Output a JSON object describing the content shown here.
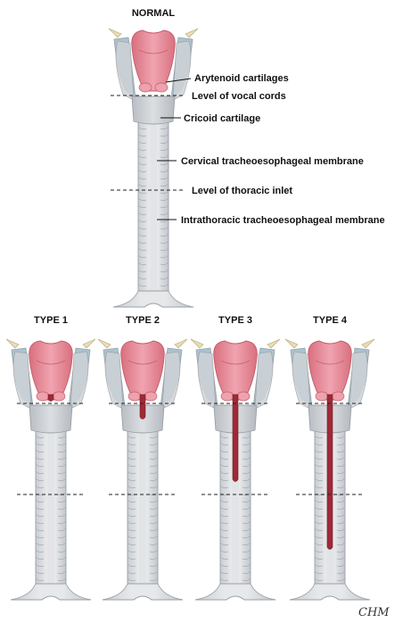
{
  "normal": {
    "title": "NORMAL",
    "labels": {
      "arytenoid": "Arytenoid cartilages",
      "vocal_cords": "Level of vocal cords",
      "cricoid": "Cricoid cartilage",
      "cervical_membrane": "Cervical tracheoesophageal membrane",
      "thoracic_inlet": "Level of thoracic inlet",
      "intrathoracic_membrane": "Intrathoracic tracheoesophageal membrane"
    }
  },
  "types": [
    {
      "title": "TYPE 1",
      "cleft_extent": "supraglottic interarytenoid, above the vocal cords"
    },
    {
      "title": "TYPE 2",
      "cleft_extent": "partial cricoid, below the vocal cords"
    },
    {
      "title": "TYPE 3",
      "cleft_extent": "total cricoid into cervical trachea"
    },
    {
      "title": "TYPE 4",
      "cleft_extent": "into intrathoracic trachea"
    }
  ],
  "signature": "CHM",
  "colors": {
    "background": "#ffffff",
    "trachea_fill": "#d9dcdf",
    "trachea_ring": "#eef0f1",
    "trachea_stroke": "#9aa0a6",
    "cartilage_fill": "#c7cbd0",
    "membrane_blue": "#a9c3cf",
    "epiglottis_pink": "#e58f9c",
    "epiglottis_dark": "#c55f6e",
    "cleft_red": "#9e2a36",
    "horn_tan": "#e8dcb8",
    "text": "#111111"
  }
}
